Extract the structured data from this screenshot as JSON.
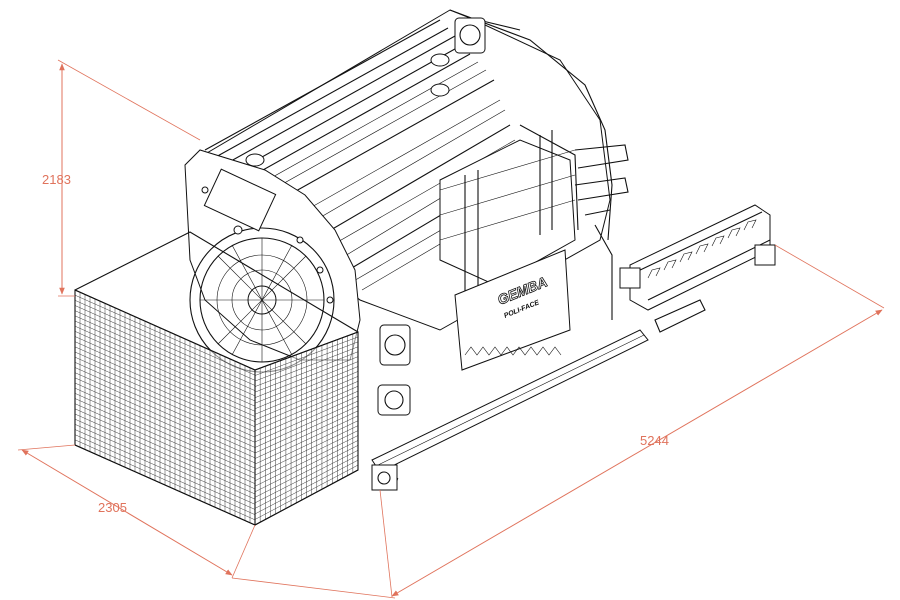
{
  "drawing": {
    "dimensions": {
      "height": "2183",
      "width": "2305",
      "length": "5244"
    },
    "nameplate": {
      "brand": "GEMBA",
      "model": "POLI-FACE"
    },
    "colors": {
      "dimension": "#e0735c",
      "linework": "#111111",
      "background": "#ffffff"
    }
  }
}
